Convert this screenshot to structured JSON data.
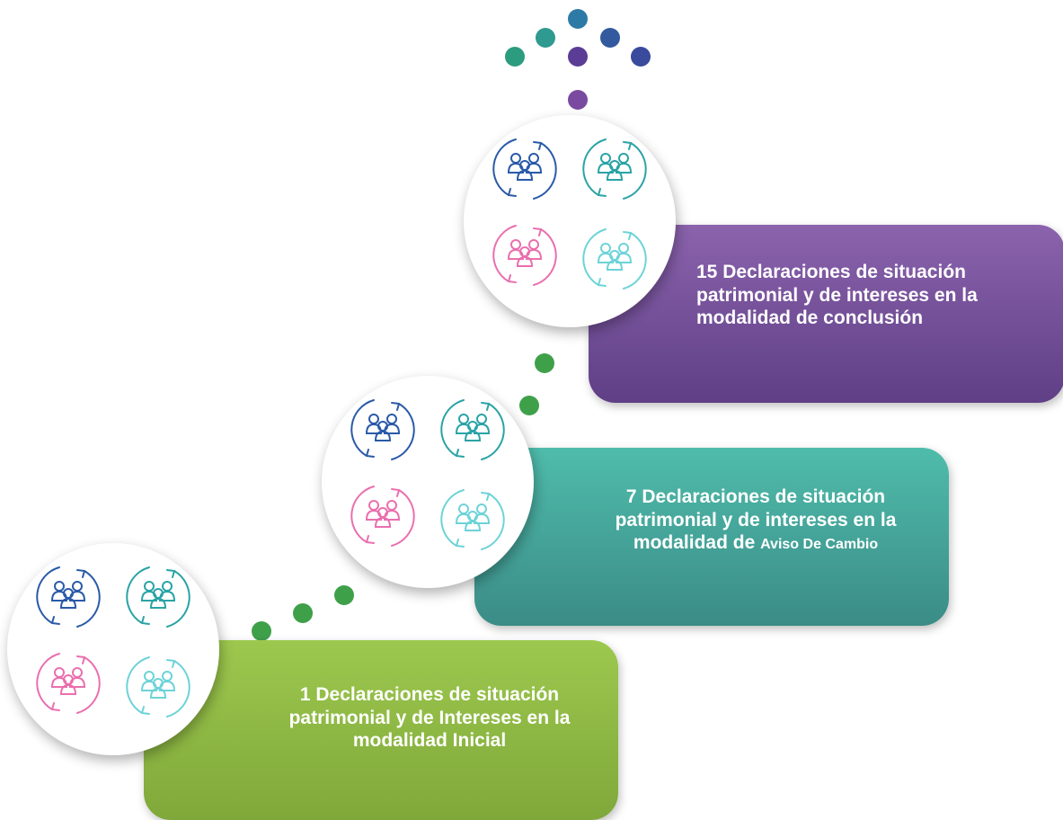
{
  "colors": {
    "green": "#8dbb44",
    "teal": "#47a89c",
    "purple": "#734f9a",
    "dot_green": "#3fa04a",
    "icon_blue": "#2a5aa8",
    "icon_teal": "#2aa3a6",
    "icon_pink": "#ea6fae",
    "icon_cyan": "#6dd3d8"
  },
  "icons": {
    "circle_icon": "people-cycle-icon"
  },
  "steps": [
    {
      "number": "1",
      "text": "1 Declaraciones de situación patrimonial y de Intereses en la modalidad Inicial"
    },
    {
      "number": "7",
      "text_main": "7 Declaraciones de situación patrimonial  y de intereses en la modalidad de",
      "text_small": "Aviso De Cambio"
    },
    {
      "number": "15",
      "text": "15 Declaraciones de situación patrimonial  y de intereses en la modalidad de conclusión"
    }
  ]
}
